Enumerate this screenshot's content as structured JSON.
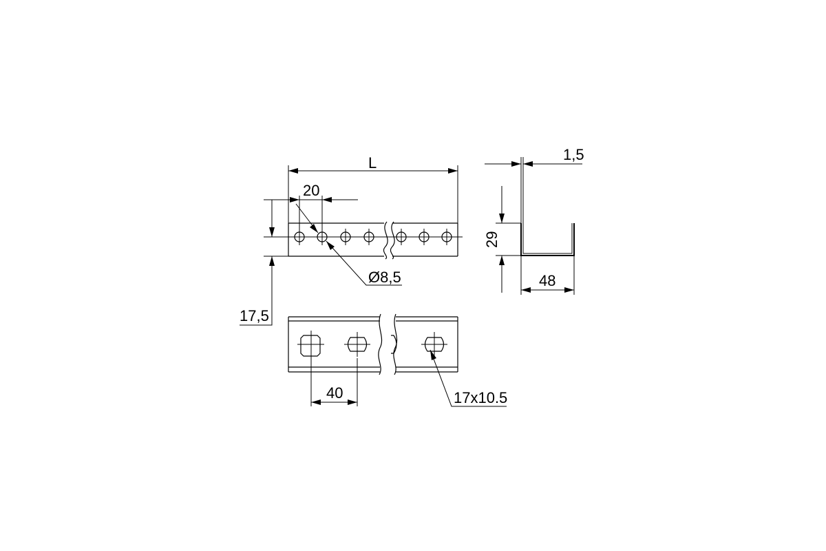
{
  "dimensions": {
    "length": "L",
    "hole_pitch": "20",
    "hole_diameter": "Ø8,5",
    "hole_offset": "17,5",
    "slot_pitch": "40",
    "slot_size": "17x10.5",
    "thickness": "1,5",
    "height": "29",
    "width": "48"
  }
}
